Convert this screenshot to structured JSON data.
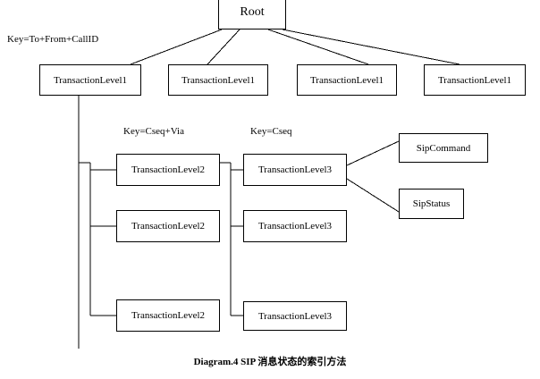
{
  "figure": {
    "caption": "Diagram.4 SIP 消息状态的索引方法",
    "background_color": "#ffffff",
    "line_color": "#000000",
    "text_color": "#000000"
  },
  "nodes": {
    "root": {
      "label": "Root"
    },
    "level1": [
      {
        "label": "TransactionLevel1"
      },
      {
        "label": "TransactionLevel1"
      },
      {
        "label": "TransactionLevel1"
      },
      {
        "label": "TransactionLevel1"
      }
    ],
    "level2": [
      {
        "label": "TransactionLevel2"
      },
      {
        "label": "TransactionLevel2"
      },
      {
        "label": "TransactionLevel2"
      }
    ],
    "level3": [
      {
        "label": "TransactionLevel3"
      },
      {
        "label": "TransactionLevel3"
      },
      {
        "label": "TransactionLevel3"
      }
    ],
    "leaves": [
      {
        "label": "SipCommand"
      },
      {
        "label": "SipStatus"
      }
    ]
  },
  "keys": {
    "level1_key": "Key=To+From+CallID",
    "level2_key": "Key=Cseq+Via",
    "level3_key": "Key=Cseq"
  }
}
